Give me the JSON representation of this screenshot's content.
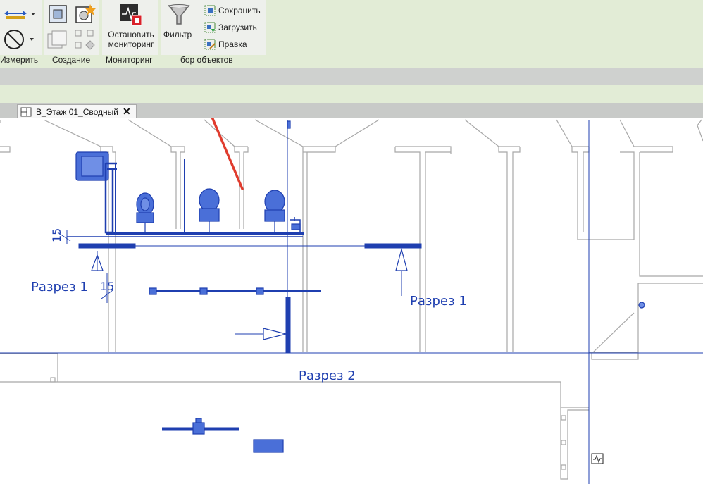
{
  "ribbon": {
    "panels": {
      "measure": "Измерить",
      "create": "Создание",
      "monitoring": "Мониторинг",
      "selection": "бор объектов"
    },
    "stop_monitoring": "Остановить\nмониторинг",
    "filter": "Фильтр",
    "save": "Сохранить",
    "load": "Загрузить",
    "edit": "Правка"
  },
  "view_tab": {
    "title": "В_Этаж 01_Сводный",
    "close": "✕"
  },
  "drawing": {
    "section1_left": "Разрез 1",
    "section1_right": "Разрез 1",
    "section2": "Разрез 2",
    "dim_a": "15",
    "dim_b": "15"
  },
  "colors": {
    "ribbon_bg": "#e2ecd6",
    "element_blue": "#1f3fb0",
    "annotation_red": "#e03c2e"
  }
}
